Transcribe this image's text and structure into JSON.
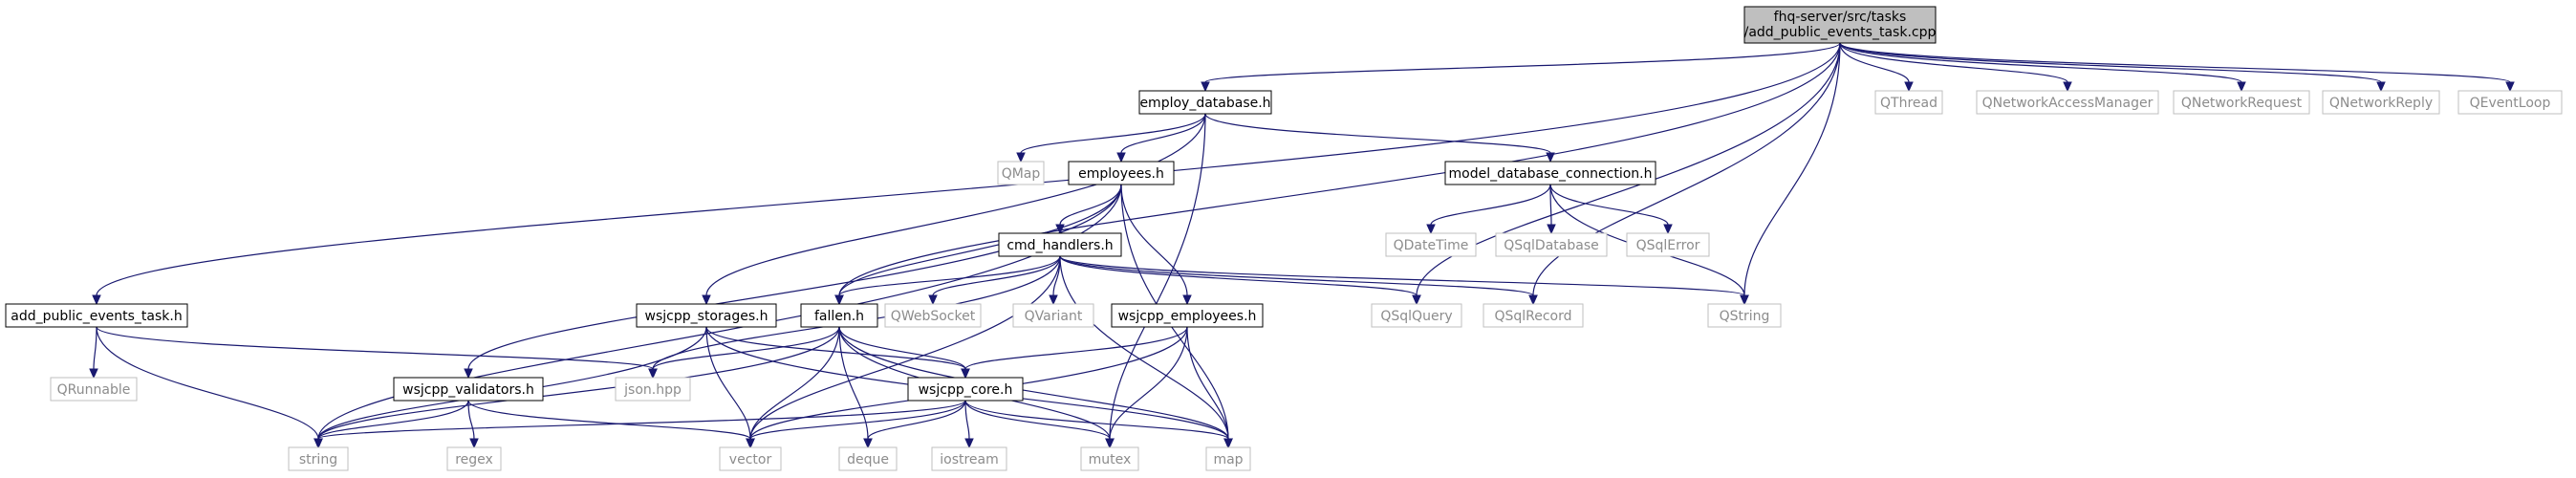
{
  "diagram": {
    "nodes": [
      {
        "id": "root",
        "lines": [
          "fhq-server/src/tasks",
          "/add_public_events_task.cpp"
        ],
        "kind": "root"
      },
      {
        "id": "employ_db",
        "lines": [
          "employ_database.h"
        ],
        "kind": "user"
      },
      {
        "id": "qthread",
        "lines": [
          "QThread"
        ],
        "kind": "ext"
      },
      {
        "id": "qnam",
        "lines": [
          "QNetworkAccessManager"
        ],
        "kind": "ext"
      },
      {
        "id": "qnreq",
        "lines": [
          "QNetworkRequest"
        ],
        "kind": "ext"
      },
      {
        "id": "qnrep",
        "lines": [
          "QNetworkReply"
        ],
        "kind": "ext"
      },
      {
        "id": "qeventloop",
        "lines": [
          "QEventLoop"
        ],
        "kind": "ext"
      },
      {
        "id": "qmap",
        "lines": [
          "QMap"
        ],
        "kind": "ext"
      },
      {
        "id": "employees",
        "lines": [
          "employees.h"
        ],
        "kind": "user"
      },
      {
        "id": "model_db",
        "lines": [
          "model_database_connection.h"
        ],
        "kind": "user"
      },
      {
        "id": "cmd_handlers",
        "lines": [
          "cmd_handlers.h"
        ],
        "kind": "user"
      },
      {
        "id": "qdatetime",
        "lines": [
          "QDateTime"
        ],
        "kind": "ext"
      },
      {
        "id": "qsqldatabase",
        "lines": [
          "QSqlDatabase"
        ],
        "kind": "ext"
      },
      {
        "id": "qsqlerror",
        "lines": [
          "QSqlError"
        ],
        "kind": "ext"
      },
      {
        "id": "add_task_h",
        "lines": [
          "add_public_events_task.h"
        ],
        "kind": "user"
      },
      {
        "id": "wsjcpp_storages",
        "lines": [
          "wsjcpp_storages.h"
        ],
        "kind": "user"
      },
      {
        "id": "fallen",
        "lines": [
          "fallen.h"
        ],
        "kind": "user"
      },
      {
        "id": "qwebsocket",
        "lines": [
          "QWebSocket"
        ],
        "kind": "ext"
      },
      {
        "id": "qvariant",
        "lines": [
          "QVariant"
        ],
        "kind": "ext"
      },
      {
        "id": "wsjcpp_employees",
        "lines": [
          "wsjcpp_employees.h"
        ],
        "kind": "user"
      },
      {
        "id": "qsqlquery",
        "lines": [
          "QSqlQuery"
        ],
        "kind": "ext"
      },
      {
        "id": "qsqlrecord",
        "lines": [
          "QSqlRecord"
        ],
        "kind": "ext"
      },
      {
        "id": "qstring",
        "lines": [
          "QString"
        ],
        "kind": "ext"
      },
      {
        "id": "qrunnable",
        "lines": [
          "QRunnable"
        ],
        "kind": "ext"
      },
      {
        "id": "wsjcpp_validators",
        "lines": [
          "wsjcpp_validators.h"
        ],
        "kind": "user"
      },
      {
        "id": "json",
        "lines": [
          "json.hpp"
        ],
        "kind": "ext"
      },
      {
        "id": "wsjcpp_core",
        "lines": [
          "wsjcpp_core.h"
        ],
        "kind": "user"
      },
      {
        "id": "string",
        "lines": [
          "string"
        ],
        "kind": "ext"
      },
      {
        "id": "regex",
        "lines": [
          "regex"
        ],
        "kind": "ext"
      },
      {
        "id": "vector",
        "lines": [
          "vector"
        ],
        "kind": "ext"
      },
      {
        "id": "deque",
        "lines": [
          "deque"
        ],
        "kind": "ext"
      },
      {
        "id": "iostream",
        "lines": [
          "iostream"
        ],
        "kind": "ext"
      },
      {
        "id": "mutex",
        "lines": [
          "mutex"
        ],
        "kind": "ext"
      },
      {
        "id": "map",
        "lines": [
          "map"
        ],
        "kind": "ext"
      }
    ],
    "edges": [
      [
        "root",
        "employ_db"
      ],
      [
        "root",
        "qthread"
      ],
      [
        "root",
        "qnam"
      ],
      [
        "root",
        "qnreq"
      ],
      [
        "root",
        "qnrep"
      ],
      [
        "root",
        "qeventloop"
      ],
      [
        "root",
        "add_task_h"
      ],
      [
        "root",
        "fallen"
      ],
      [
        "root",
        "qsqlquery"
      ],
      [
        "root",
        "qsqlrecord"
      ],
      [
        "root",
        "qstring"
      ],
      [
        "employ_db",
        "qmap"
      ],
      [
        "employ_db",
        "employees"
      ],
      [
        "employ_db",
        "model_db"
      ],
      [
        "employ_db",
        "wsjcpp_storages"
      ],
      [
        "employ_db",
        "mutex"
      ],
      [
        "employees",
        "cmd_handlers"
      ],
      [
        "employees",
        "wsjcpp_employees"
      ],
      [
        "employees",
        "fallen"
      ],
      [
        "employees",
        "wsjcpp_validators"
      ],
      [
        "employees",
        "string"
      ],
      [
        "employees",
        "map"
      ],
      [
        "model_db",
        "qdatetime"
      ],
      [
        "model_db",
        "qsqldatabase"
      ],
      [
        "model_db",
        "qsqlerror"
      ],
      [
        "model_db",
        "qstring"
      ],
      [
        "cmd_handlers",
        "fallen"
      ],
      [
        "cmd_handlers",
        "qwebsocket"
      ],
      [
        "cmd_handlers",
        "qvariant"
      ],
      [
        "cmd_handlers",
        "qsqlquery"
      ],
      [
        "cmd_handlers",
        "qsqlrecord"
      ],
      [
        "cmd_handlers",
        "qstring"
      ],
      [
        "cmd_handlers",
        "json"
      ],
      [
        "cmd_handlers",
        "vector"
      ],
      [
        "cmd_handlers",
        "map"
      ],
      [
        "add_task_h",
        "qrunnable"
      ],
      [
        "add_task_h",
        "json"
      ],
      [
        "add_task_h",
        "string"
      ],
      [
        "wsjcpp_storages",
        "string"
      ],
      [
        "wsjcpp_storages",
        "vector"
      ],
      [
        "wsjcpp_storages",
        "map"
      ],
      [
        "wsjcpp_storages",
        "wsjcpp_core"
      ],
      [
        "fallen",
        "json"
      ],
      [
        "fallen",
        "wsjcpp_core"
      ],
      [
        "fallen",
        "string"
      ],
      [
        "fallen",
        "vector"
      ],
      [
        "fallen",
        "deque"
      ],
      [
        "fallen",
        "mutex"
      ],
      [
        "fallen",
        "map"
      ],
      [
        "wsjcpp_employees",
        "wsjcpp_core"
      ],
      [
        "wsjcpp_employees",
        "vector"
      ],
      [
        "wsjcpp_employees",
        "mutex"
      ],
      [
        "wsjcpp_employees",
        "map"
      ],
      [
        "wsjcpp_validators",
        "string"
      ],
      [
        "wsjcpp_validators",
        "regex"
      ],
      [
        "wsjcpp_validators",
        "vector"
      ],
      [
        "wsjcpp_core",
        "string"
      ],
      [
        "wsjcpp_core",
        "vector"
      ],
      [
        "wsjcpp_core",
        "deque"
      ],
      [
        "wsjcpp_core",
        "iostream"
      ],
      [
        "wsjcpp_core",
        "mutex"
      ],
      [
        "wsjcpp_core",
        "map"
      ]
    ]
  }
}
